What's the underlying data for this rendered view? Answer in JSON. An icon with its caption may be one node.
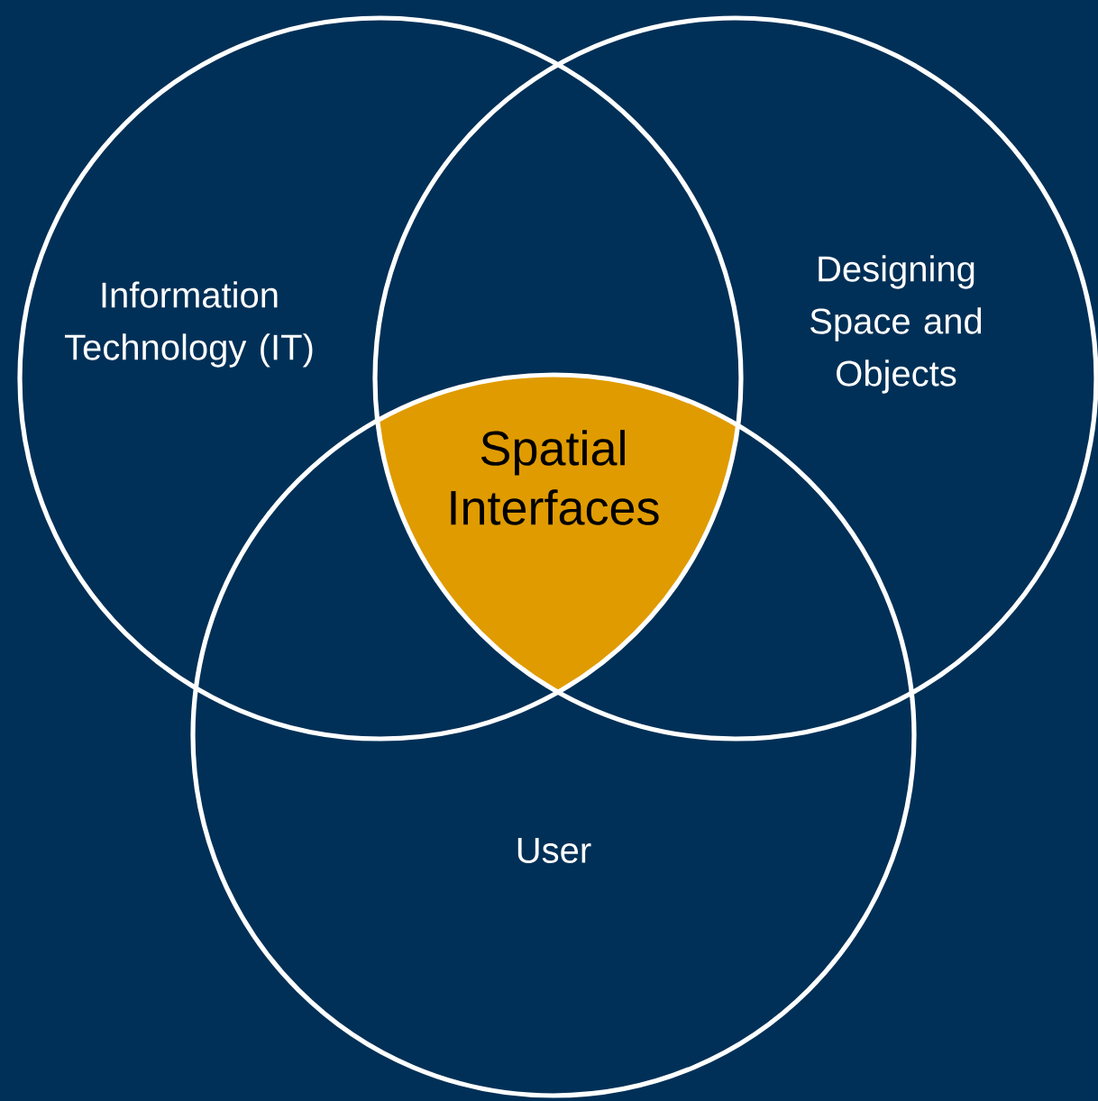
{
  "diagram": {
    "nodes": [
      {
        "text": [
          "Information Technology (IT)"
        ]
      },
      {
        "text": [
          "Designing Space and Objects"
        ]
      },
      {
        "text": [
          "Spatial Interfaces"
        ]
      },
      {
        "text": [
          "User"
        ]
      }
    ]
  }
}
